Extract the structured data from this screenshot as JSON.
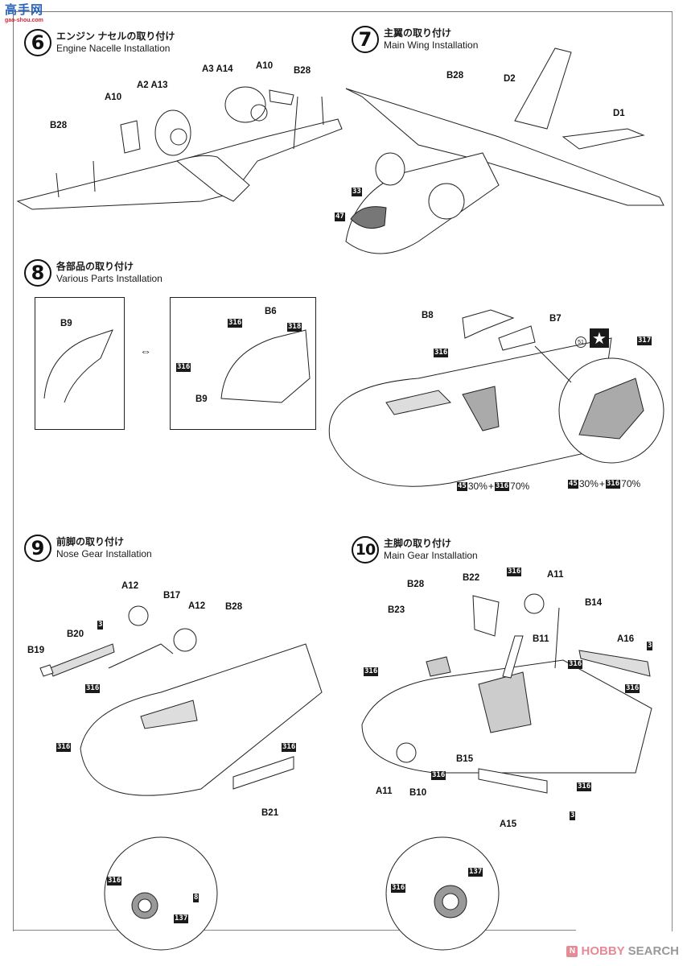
{
  "site_logo": {
    "text": "高手网",
    "url_text": "gao-shou.com"
  },
  "steps": [
    {
      "number": "6",
      "title_jp": "エンジン ナセルの取り付け",
      "title_en": "Engine Nacelle Installation",
      "labels": [
        "A3 A14",
        "A10",
        "B28",
        "A2 A13",
        "A10",
        "B28"
      ]
    },
    {
      "number": "7",
      "title_jp": "主翼の取り付け",
      "title_en": "Main Wing Installation",
      "labels": [
        "B28",
        "D2",
        "D1"
      ],
      "paint_codes": [
        "33",
        "47"
      ]
    },
    {
      "number": "8",
      "title_jp": "各部品の取り付け",
      "title_en": "Various Parts Installation",
      "labels": [
        "B9",
        "B6",
        "B9",
        "B8",
        "B7"
      ],
      "paint_codes": [
        "316",
        "318",
        "316",
        "316",
        "317"
      ],
      "ring_code": "51",
      "mix_text": {
        "a": "45",
        "a_pct": "30%",
        "plus": "+",
        "b": "316",
        "b_pct": "70%"
      }
    },
    {
      "number": "9",
      "title_jp": "前脚の取り付け",
      "title_en": "Nose Gear Installation",
      "labels": [
        "A12",
        "B17",
        "A12",
        "B28",
        "B20",
        "B19",
        "B21"
      ],
      "paint_codes": [
        "3",
        "316",
        "316",
        "316",
        "316",
        "8",
        "137"
      ]
    },
    {
      "number": "10",
      "title_jp": "主脚の取り付け",
      "title_en": "Main Gear Installation",
      "labels": [
        "B22",
        "A11",
        "B28",
        "B14",
        "B23",
        "B11",
        "A16",
        "B15",
        "A11",
        "B10",
        "A15"
      ],
      "paint_codes": [
        "316",
        "316",
        "316",
        "3",
        "316",
        "316",
        "316",
        "3",
        "316",
        "137"
      ]
    }
  ],
  "watermark": {
    "icon": "N",
    "brand": "HOBBY",
    "suffix": "SEARCH"
  }
}
